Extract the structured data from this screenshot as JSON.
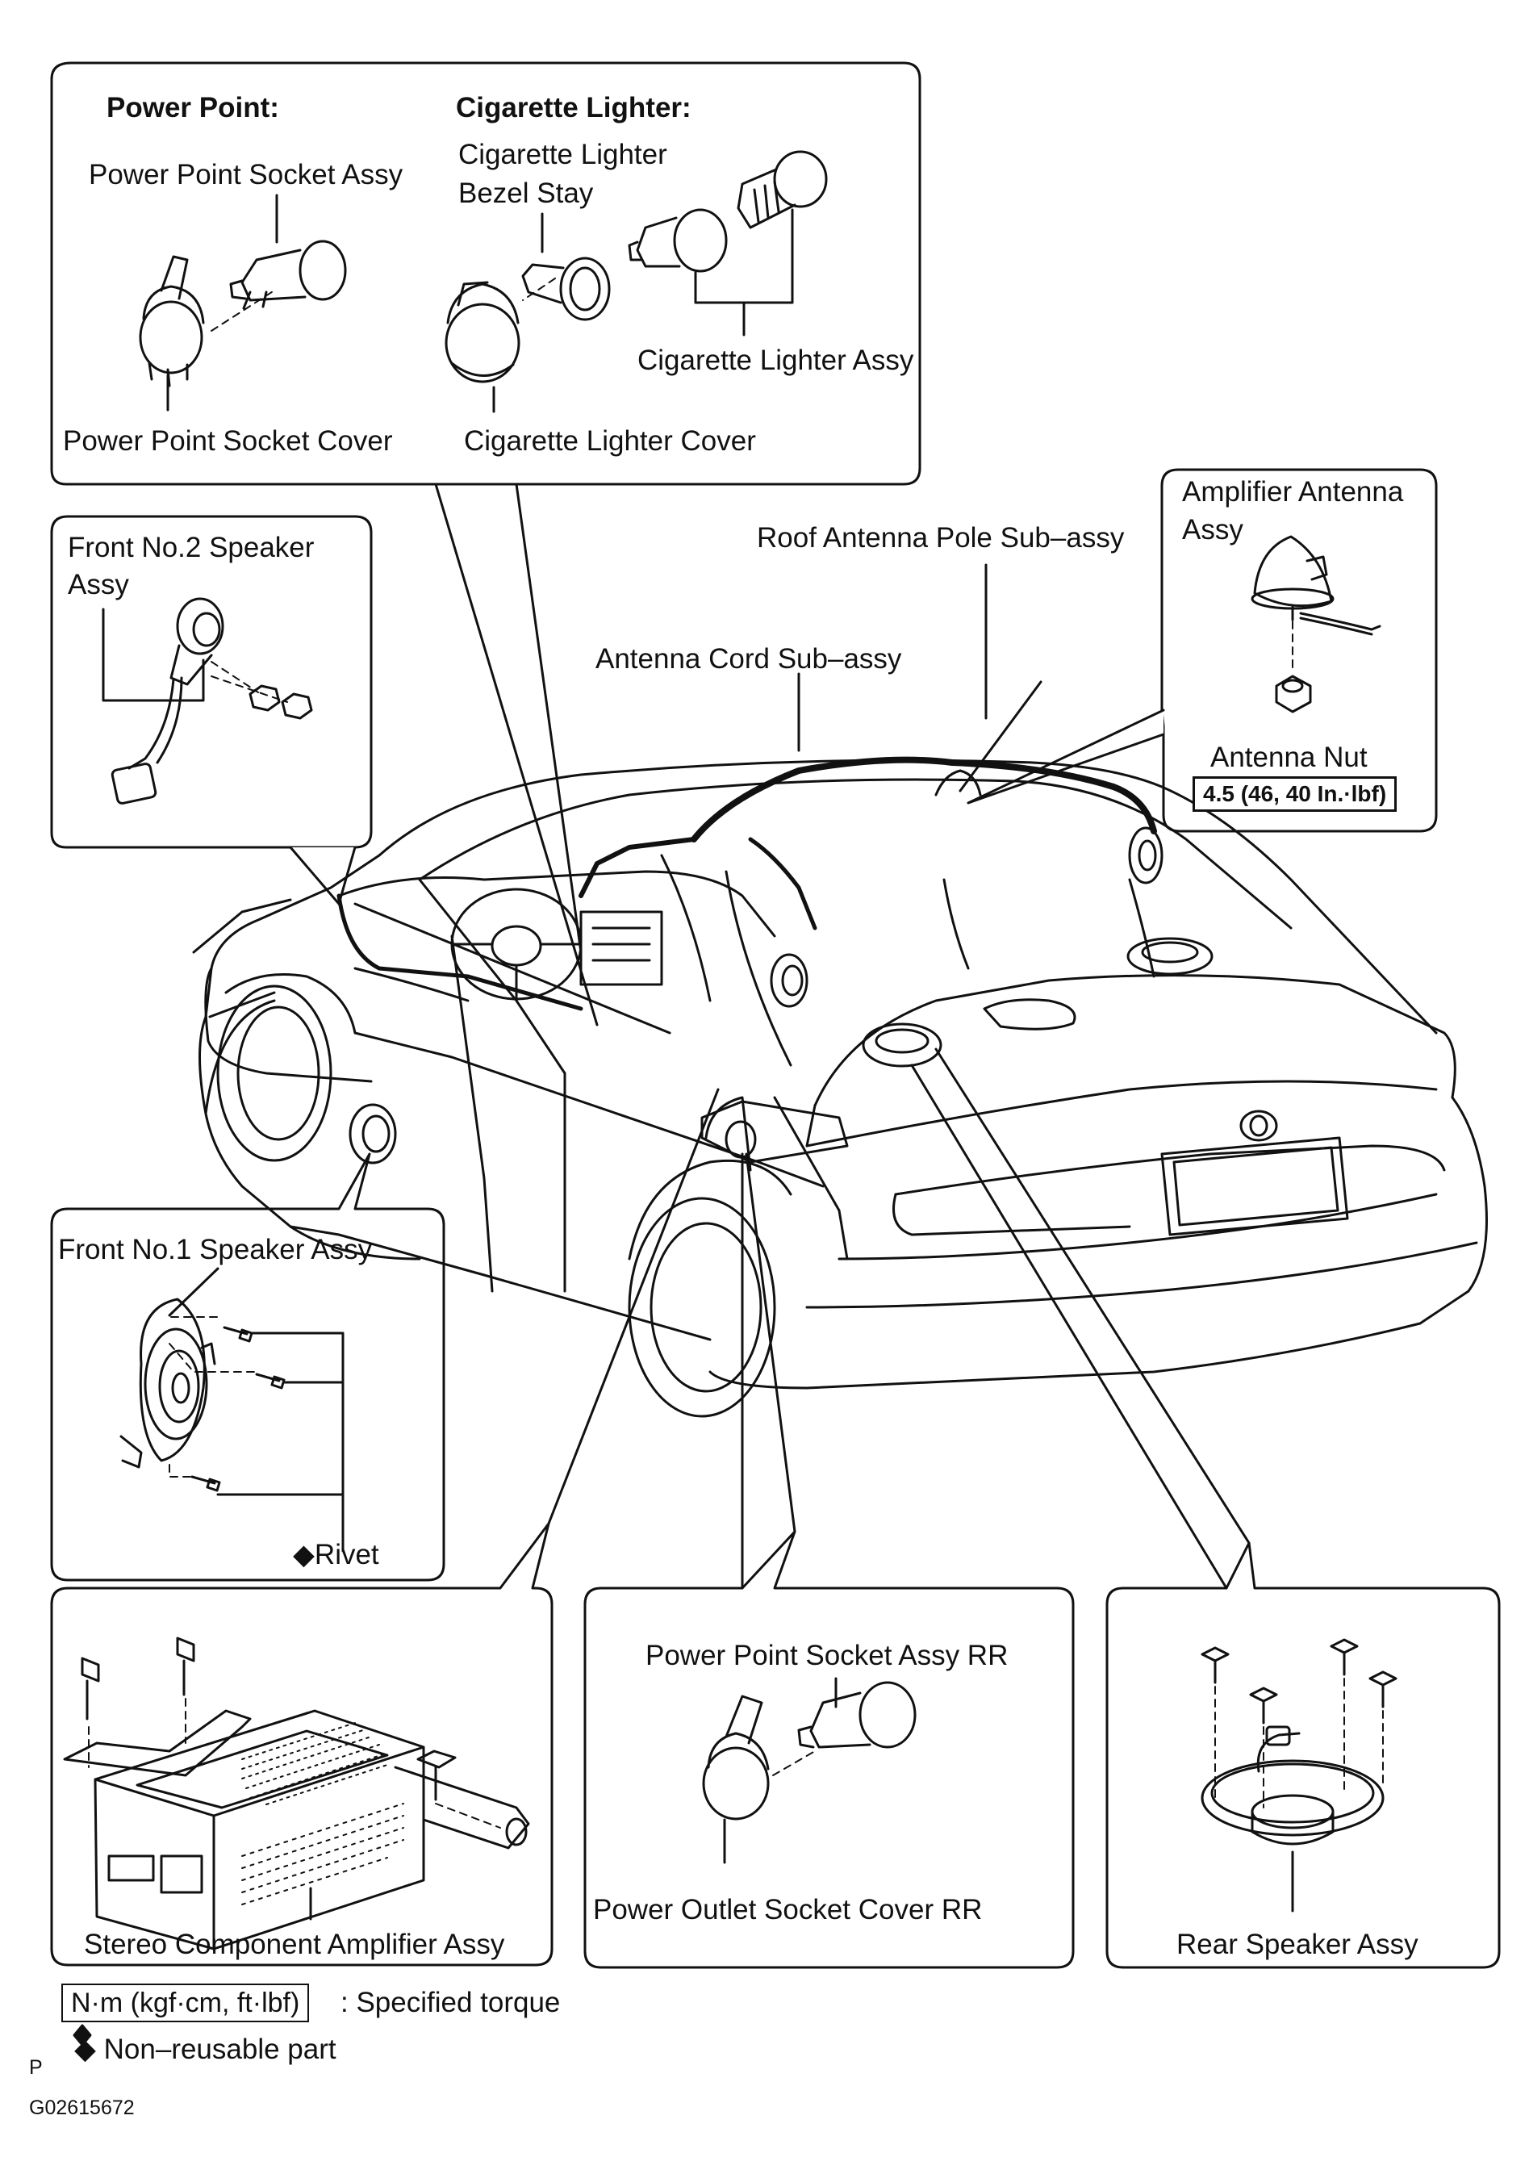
{
  "power_point_panel": {
    "power_point_heading": "Power Point:",
    "cigarette_lighter_heading": "Cigarette Lighter:",
    "power_point_socket_assy": "Power Point Socket Assy",
    "cigarette_lighter_bezel_stay_line1": "Cigarette Lighter",
    "cigarette_lighter_bezel_stay_line2": "Bezel Stay",
    "cigarette_lighter_assy": "Cigarette Lighter Assy",
    "power_point_socket_cover": "Power Point Socket Cover",
    "cigarette_lighter_cover": "Cigarette Lighter Cover"
  },
  "front_no2_panel": {
    "label_line1": "Front  No.2  Speaker",
    "label_line2": "Assy"
  },
  "main_labels": {
    "roof_antenna_pole": "Roof Antenna Pole Sub–assy",
    "antenna_cord": "Antenna Cord Sub–assy"
  },
  "amplifier_antenna_panel": {
    "label_line1": "Amplifier Antenna",
    "label_line2": "Assy",
    "antenna_nut": "Antenna Nut",
    "torque": "4.5 (46, 40 In.·lbf)"
  },
  "front_no1_panel": {
    "label": "Front No.1 Speaker Assy",
    "rivet": "◆Rivet"
  },
  "stereo_panel": {
    "label": "Stereo Component Amplifier Assy"
  },
  "power_point_rr_panel": {
    "socket_assy_rr": "Power Point Socket Assy RR",
    "outlet_cover_rr": "Power Outlet Socket Cover RR"
  },
  "rear_speaker_panel": {
    "label": "Rear Speaker Assy"
  },
  "legend": {
    "torque_unit": "N·m (kgf·cm, ft·lbf)",
    "torque_text": ": Specified torque",
    "non_reusable": "◆ Non–reusable part",
    "p_mark": "P",
    "figure_code": "G02615672"
  }
}
